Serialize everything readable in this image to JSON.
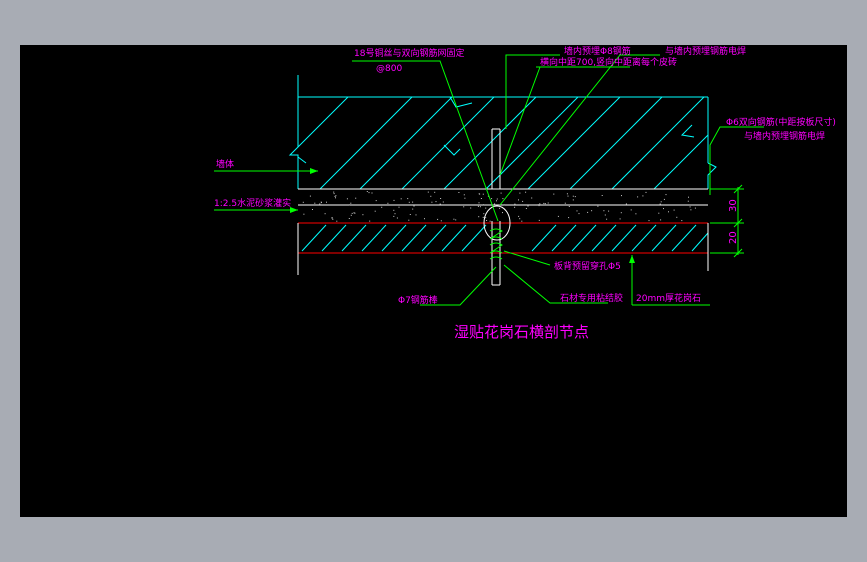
{
  "drawing": {
    "title": "湿贴花岗石横剖节点",
    "labels": {
      "wire_fix": "18号铜丝与双向钢筋网固定",
      "spacing_800": "@800",
      "embed_rebar": "墙内预埋Φ8钢筋",
      "embed_spacing": "横向中距700,竖向中距离每个皮砖",
      "weld_embed_top": "与墙内预埋钢筋电焊",
      "rebar_mesh": "Φ6双向钢筋(中距按板尺寸)",
      "weld_embed_right": "与墙内预埋钢筋电焊",
      "wall": "墙体",
      "mortar": "1:2.5水泥砂浆灌实",
      "drill_hole": "板背预留穿孔Φ5",
      "steel_bar": "Φ7钢筋棒",
      "adhesive": "石材专用粘结胶",
      "granite": "20mm厚花岗石"
    },
    "dimensions": {
      "mortar_thickness": "30",
      "granite_thickness": "20"
    },
    "colors": {
      "background": "#000000",
      "frame": "#a8acb4",
      "label": "#ff00ff",
      "leader": "#00ff00",
      "geometry": "#00ffff",
      "outline": "#ffffff",
      "granite_base": "#ff0000"
    }
  }
}
